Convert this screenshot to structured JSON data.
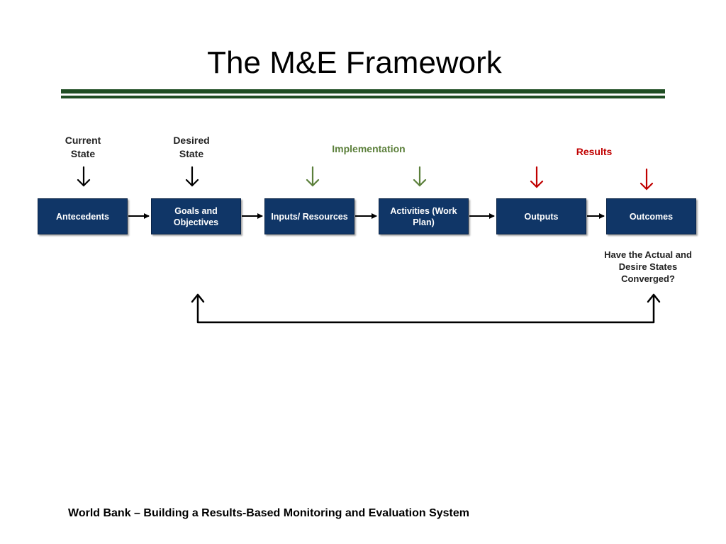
{
  "title": "The M&E Framework",
  "stage_labels": {
    "current_state": "Current\nState",
    "desired_state": "Desired\nState",
    "implementation": "Implementation",
    "results": "Results"
  },
  "boxes": [
    "Antecedents",
    "Goals and Objectives",
    "Inputs/ Resources",
    "Activities (Work Plan)",
    "Outputs",
    "Outcomes"
  ],
  "question": "Have the Actual and Desire States Converged?",
  "footer": "World Bank – Building a Results-Based Monitoring and Evaluation System",
  "colors": {
    "box_fill": "#103667",
    "rule": "#1f4d23",
    "implementation": "#5b7f3a",
    "results": "#c00000",
    "arrow_default": "#000000"
  }
}
